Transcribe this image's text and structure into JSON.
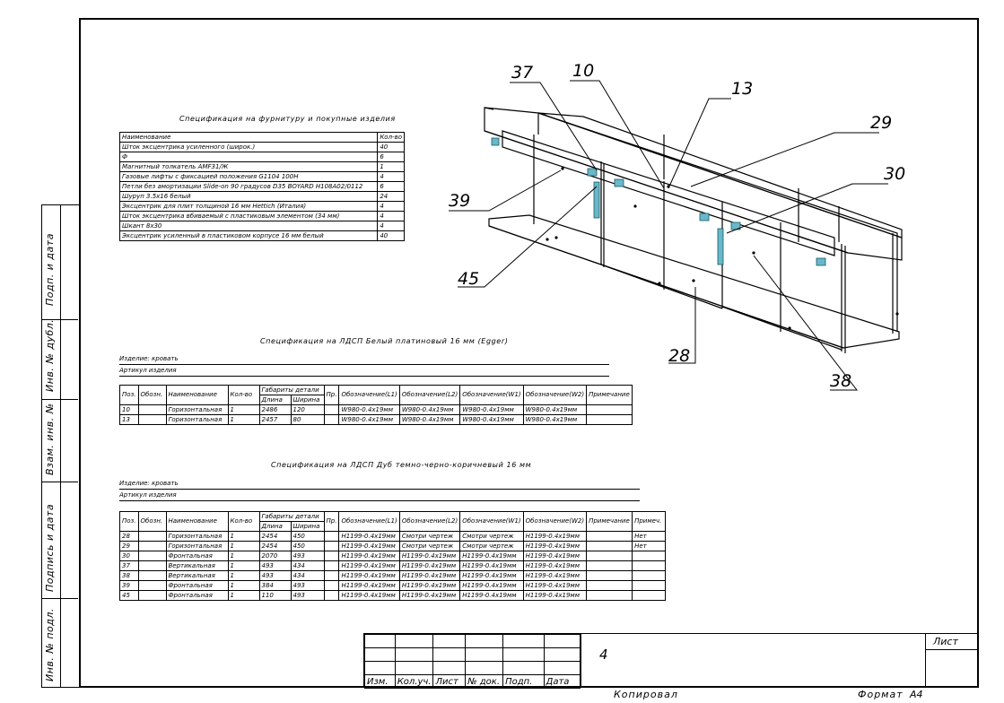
{
  "side_strip": {
    "cells": [
      "Подп. и дата",
      "Инв. № дубл.",
      "Взам. инв. №",
      "Подпись и дата",
      "Инв. № подл."
    ]
  },
  "hardware_spec": {
    "title": "Спецификация на фурнитуру и покупные изделия",
    "header": [
      "Наименование",
      "Кол-во"
    ],
    "rows": [
      [
        "Шток эксцентрика усиленного (широк.)",
        "40"
      ],
      [
        "Ф",
        "6"
      ],
      [
        "Магнитный толкатель AMF31/Ж",
        "1"
      ],
      [
        "Газовые лифты с фиксацией положения G1104 100Н",
        "4"
      ],
      [
        "Петли без амортизации Slide-on 90 градусов D35 BOYARD H108A02/0112",
        "6"
      ],
      [
        "Шуруп 3.5х16 белый",
        "24"
      ],
      [
        "Эксцентрик для плит толщиной 16 мм Hettich (Италия)",
        "4"
      ],
      [
        "Шток эксцентрика вбиваемый с пластиковым элементом (34 мм)",
        "4"
      ],
      [
        "Шкант 8х30",
        "4"
      ],
      [
        "Эксцентрик усиленный в пластиковом корпусе 16 мм белый",
        "40"
      ]
    ]
  },
  "ldsp_white": {
    "title": "Спецификация на ЛДСП Белый платиновый 16 мм (Egger)",
    "product_label": "Изделие: кровать",
    "article_label": "Артикул изделия",
    "header_top": [
      "Поз.",
      "Обозн.",
      "Наименование",
      "Кол-во",
      "Габариты детали",
      "Пр.",
      "Обозначение(L1)",
      "Обозначение(L2)",
      "Обозначение(W1)",
      "Обозначение(W2)",
      "Примечание"
    ],
    "header_sub": [
      "Длина",
      "Ширина"
    ],
    "rows": [
      [
        "10",
        "",
        "Горизонтальная",
        "1",
        "2486",
        "120",
        "",
        "W980-0.4х19мм",
        "W980-0.4х19мм",
        "W980-0.4х19мм",
        "W980-0.4х19мм",
        ""
      ],
      [
        "13",
        "",
        "Горизонтальная",
        "1",
        "2457",
        "80",
        "",
        "W980-0.4х19мм",
        "W980-0.4х19мм",
        "W980-0.4х19мм",
        "W980-0.4х19мм",
        ""
      ]
    ]
  },
  "ldsp_oak": {
    "title": "Спецификация на ЛДСП Дуб темно-черно-коричневый 16 мм",
    "product_label": "Изделие: кровать",
    "article_label": "Артикул изделия",
    "header_top": [
      "Поз.",
      "Обозн.",
      "Наименование",
      "Кол-во",
      "Габариты детали",
      "Пр.",
      "Обозначение(L1)",
      "Обозначение(L2)",
      "Обозначение(W1)",
      "Обозначение(W2)",
      "Примечание",
      "Примеч."
    ],
    "header_sub": [
      "Длина",
      "Ширина"
    ],
    "rows": [
      [
        "28",
        "",
        "Горизонтальная",
        "1",
        "2454",
        "450",
        "",
        "H1199-0.4х19мм",
        "Смотри чертеж",
        "Смотри чертеж",
        "H1199-0.4х19мм",
        "",
        "Нет"
      ],
      [
        "29",
        "",
        "Горизонтальная",
        "1",
        "2454",
        "450",
        "",
        "H1199-0.4х19мм",
        "Смотри чертеж",
        "Смотри чертеж",
        "H1199-0.4х19мм",
        "",
        "Нет"
      ],
      [
        "30",
        "",
        "Фронтальная",
        "1",
        "2070",
        "493",
        "",
        "H1199-0.4х19мм",
        "H1199-0.4х19мм",
        "H1199-0.4х19мм",
        "H1199-0.4х19мм",
        "",
        ""
      ],
      [
        "37",
        "",
        "Вертикальная",
        "1",
        "493",
        "434",
        "",
        "H1199-0.4х19мм",
        "H1199-0.4х19мм",
        "H1199-0.4х19мм",
        "H1199-0.4х19мм",
        "",
        ""
      ],
      [
        "38",
        "",
        "Вертикальная",
        "1",
        "493",
        "434",
        "",
        "H1199-0.4х19мм",
        "H1199-0.4х19мм",
        "H1199-0.4х19мм",
        "H1199-0.4х19мм",
        "",
        ""
      ],
      [
        "39",
        "",
        "Фронтальная",
        "1",
        "384",
        "493",
        "",
        "H1199-0.4х19мм",
        "H1199-0.4х19мм",
        "H1199-0.4х19мм",
        "H1199-0.4х19мм",
        "",
        ""
      ],
      [
        "45",
        "",
        "Фронтальная",
        "1",
        "110",
        "493",
        "",
        "H1199-0.4х19мм",
        "H1199-0.4х19мм",
        "H1199-0.4х19мм",
        "H1199-0.4х19мм",
        "",
        ""
      ]
    ]
  },
  "drawing": {
    "callouts": [
      "37",
      "10",
      "13",
      "29",
      "30",
      "39",
      "45",
      "28",
      "38"
    ]
  },
  "title_block": {
    "columns": [
      "Изм.",
      "Кол.уч.",
      "Лист",
      "№ док.",
      "Подп.",
      "Дата"
    ],
    "sheet_number": "4",
    "sheet_label": "Лист"
  },
  "footer": {
    "copied": "Копировал",
    "format_label": "Формат",
    "format_value": "A4"
  }
}
